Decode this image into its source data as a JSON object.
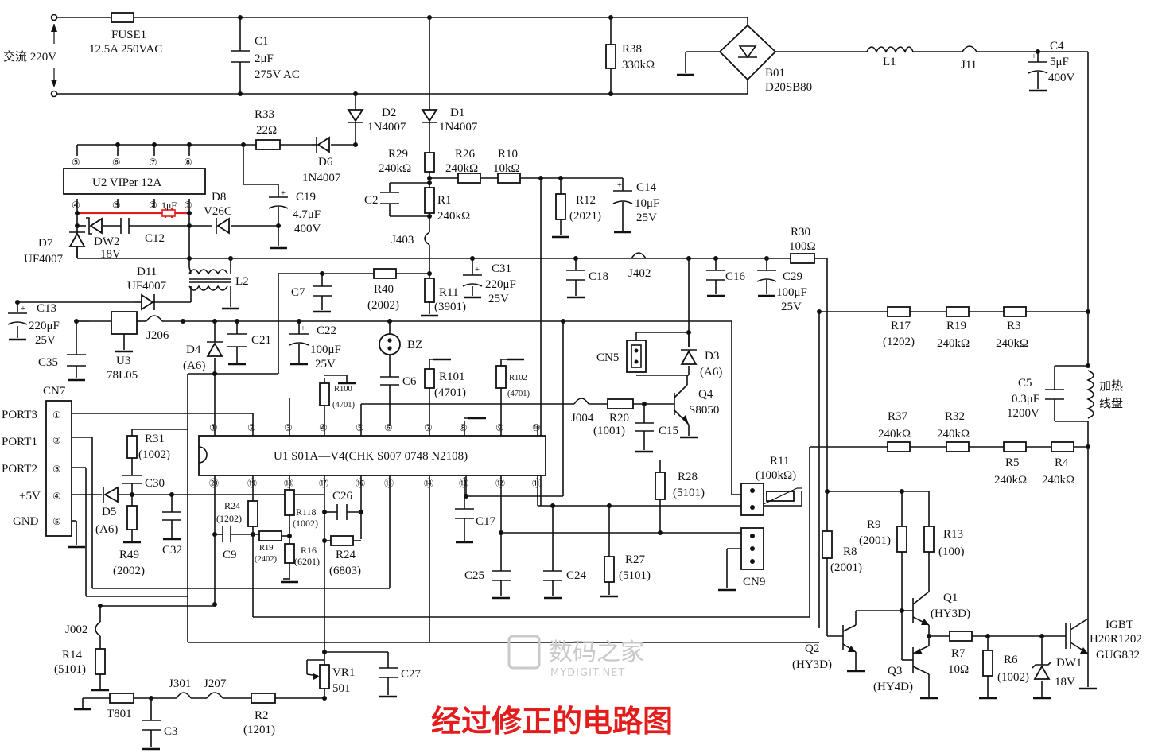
{
  "ac_input": {
    "label": "交流 220V"
  },
  "fuse": {
    "ref": "FUSE1",
    "value": "12.5A 250VAC"
  },
  "c1": {
    "ref": "C1",
    "value1": "2μF",
    "value2": "275V AC"
  },
  "r38": {
    "ref": "R38",
    "value": "330kΩ"
  },
  "b01": {
    "ref": "B01",
    "value": "D20SB80"
  },
  "l1": {
    "ref": "L1"
  },
  "j11": {
    "ref": "J11"
  },
  "c4": {
    "ref": "C4",
    "value1": "5μF",
    "value2": "400V"
  },
  "r33": {
    "ref": "R33",
    "value": "22Ω"
  },
  "d2": {
    "ref": "D2",
    "value": "1N4007"
  },
  "d1": {
    "ref": "D1",
    "value": "1N4007"
  },
  "d6": {
    "ref": "D6",
    "value": "1N4007"
  },
  "r29": {
    "ref": "R29",
    "value": "240kΩ"
  },
  "r26": {
    "ref": "R26",
    "value": "240kΩ"
  },
  "r10": {
    "ref": "R10",
    "value": "10kΩ"
  },
  "c14": {
    "ref": "C14",
    "value1": "10μF",
    "value2": "25V"
  },
  "u2": {
    "label": "U2 VIPer 12A",
    "pins": [
      "⑤",
      "⑥",
      "⑦",
      "⑧",
      "④",
      "③",
      "②",
      "①"
    ]
  },
  "d8": {
    "ref": "D8",
    "value": "V26C"
  },
  "c19": {
    "ref": "C19",
    "value1": "4.7μF",
    "value2": "400V"
  },
  "c2": {
    "ref": "C2"
  },
  "r1": {
    "ref": "R1",
    "value": "240kΩ"
  },
  "r12": {
    "ref": "R12",
    "value": "(2021)"
  },
  "red_cap": {
    "value": "1μF"
  },
  "d7": {
    "ref": "D7",
    "value": "UF4007"
  },
  "dw2": {
    "ref": "DW2",
    "value": "18V"
  },
  "c12": {
    "ref": "C12"
  },
  "j403": {
    "ref": "J403"
  },
  "r30": {
    "ref": "R30",
    "value": "100Ω"
  },
  "d11": {
    "ref": "D11",
    "value": "UF4007"
  },
  "l2": {
    "ref": "L2"
  },
  "c7": {
    "ref": "C7"
  },
  "r40": {
    "ref": "R40",
    "value": "(2002)"
  },
  "r11a": {
    "ref": "R11",
    "value": "(3901)"
  },
  "c31": {
    "ref": "C31",
    "value1": "220μF",
    "value2": "25V"
  },
  "c18": {
    "ref": "C18"
  },
  "j402": {
    "ref": "J402"
  },
  "c16": {
    "ref": "C16"
  },
  "c29": {
    "ref": "C29",
    "value1": "100μF",
    "value2": "25V"
  },
  "c13": {
    "ref": "C13",
    "value1": "220μF",
    "value2": "25V"
  },
  "u3": {
    "ref": "U3",
    "value": "78L05"
  },
  "j206": {
    "ref": "J206"
  },
  "d4": {
    "ref": "D4",
    "value": "(A6)"
  },
  "c21": {
    "ref": "C21"
  },
  "c22": {
    "ref": "C22",
    "value1": "100μF",
    "value2": "25V"
  },
  "bz": {
    "ref": "BZ"
  },
  "r17": {
    "ref": "R17",
    "value": "(1202)"
  },
  "r19a": {
    "ref": "R19",
    "value": "240kΩ"
  },
  "r3": {
    "ref": "R3",
    "value": "240kΩ"
  },
  "c35": {
    "ref": "C35"
  },
  "cn5": {
    "ref": "CN5"
  },
  "d3": {
    "ref": "D3",
    "value": "(A6)"
  },
  "c5": {
    "ref": "C5",
    "value1": "0.3μF",
    "value2": "1200V"
  },
  "coil": {
    "line1": "加热",
    "line2": "线盘"
  },
  "cn7": {
    "ref": "CN7",
    "ports": [
      "PORT3",
      "PORT1",
      "PORT2",
      "+5V",
      "GND"
    ],
    "pins": [
      "①",
      "②",
      "③",
      "④",
      "⑤"
    ]
  },
  "r100": {
    "ref": "R100",
    "value": "(4701)"
  },
  "c6": {
    "ref": "C6"
  },
  "r101": {
    "ref": "R101",
    "value": "(4701)"
  },
  "r102": {
    "ref": "R102",
    "value": "(4701)"
  },
  "q4": {
    "ref": "Q4",
    "value": "S8050"
  },
  "j004": {
    "ref": "J004"
  },
  "r20": {
    "ref": "R20",
    "value": "(1001)"
  },
  "c15": {
    "ref": "C15"
  },
  "r37": {
    "ref": "R37",
    "value": "240kΩ"
  },
  "r32": {
    "ref": "R32",
    "value": "240kΩ"
  },
  "r5": {
    "ref": "R5",
    "value": "240kΩ"
  },
  "r4": {
    "ref": "R4",
    "value": "240kΩ"
  },
  "u1": {
    "label": "U1 S01A—V4(CHK S007 0748 N2108)",
    "top_pins": [
      "①",
      "②",
      "③",
      "④",
      "⑤",
      "⑥",
      "⑦",
      "⑧",
      "⑨",
      "⑩"
    ],
    "bottom_pins": [
      "⑳",
      "⑲",
      "⑱",
      "⑰",
      "⑯",
      "⑮",
      "⑭",
      "⑬",
      "⑫",
      "⑪"
    ]
  },
  "r31": {
    "ref": "R31",
    "value": "(1002)"
  },
  "c30": {
    "ref": "C30"
  },
  "d5": {
    "ref": "D5",
    "value": "(A6)"
  },
  "r49": {
    "ref": "R49",
    "value": "(2002)"
  },
  "c32": {
    "ref": "C32"
  },
  "r24a": {
    "ref": "R24",
    "value": "(1202)"
  },
  "c9": {
    "ref": "C9"
  },
  "r19b": {
    "ref": "R19",
    "value": "(2402)"
  },
  "r118": {
    "ref": "R118",
    "value": "(1002)"
  },
  "r16": {
    "ref": "R16",
    "value": "(6201)"
  },
  "c26": {
    "ref": "C26"
  },
  "r24b": {
    "ref": "R24",
    "value": "(6803)"
  },
  "c17": {
    "ref": "C17"
  },
  "c25": {
    "ref": "C25"
  },
  "c24": {
    "ref": "C24"
  },
  "r27": {
    "ref": "R27",
    "value": "(5101)"
  },
  "r28": {
    "ref": "R28",
    "value": "(5101)"
  },
  "r11b": {
    "ref": "R11",
    "value": "(100kΩ)"
  },
  "cn9": {
    "ref": "CN9"
  },
  "r8": {
    "ref": "R8",
    "value": "(2001)"
  },
  "r9": {
    "ref": "R9",
    "value": "(2001)"
  },
  "r13": {
    "ref": "R13",
    "value": "(100)"
  },
  "q1": {
    "ref": "Q1",
    "value": "(HY3D)"
  },
  "q2": {
    "ref": "Q2",
    "value": "(HY3D)"
  },
  "q3": {
    "ref": "Q3",
    "value": "(HY4D)"
  },
  "r7": {
    "ref": "R7",
    "value": "10Ω"
  },
  "r6": {
    "ref": "R6",
    "value": "(1002)"
  },
  "dw1": {
    "ref": "DW1",
    "value": "18V"
  },
  "igbt": {
    "ref": "IGBT",
    "value1": "H20R1202",
    "value2": "GUG832"
  },
  "j002": {
    "ref": "J002"
  },
  "r14": {
    "ref": "R14",
    "value": "(5101)"
  },
  "vr1": {
    "ref": "VR1",
    "value": "501"
  },
  "c27": {
    "ref": "C27"
  },
  "t801": {
    "ref": "T801"
  },
  "j301": {
    "ref": "J301"
  },
  "j207": {
    "ref": "J207"
  },
  "r2": {
    "ref": "R2",
    "value": "(1201)"
  },
  "c3": {
    "ref": "C3"
  },
  "caption": "经过修正的电路图",
  "watermark": {
    "text": "数码之家",
    "sub": "MYDIGIT.NET"
  },
  "colors": {
    "wire": "#111111",
    "caption": "#e31c1c",
    "highlight": "#e21b1b",
    "watermark": "#c9c9c9"
  }
}
